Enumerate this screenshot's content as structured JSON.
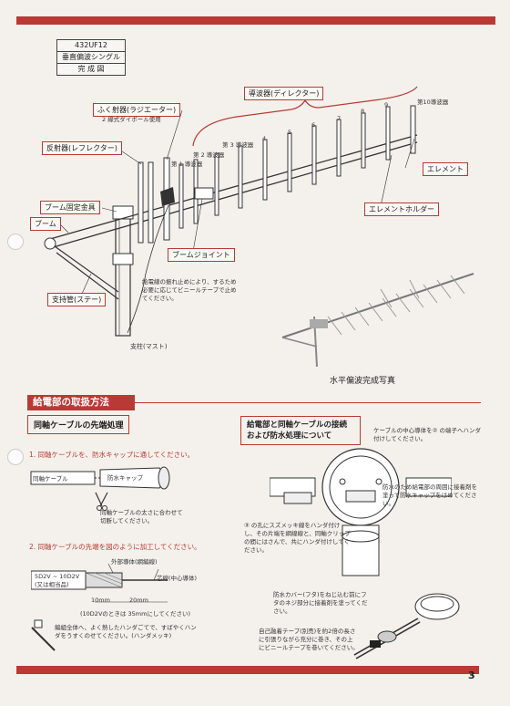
{
  "page_number": "3",
  "title_box": [
    "432UF12",
    "垂直偏波シングル",
    "完 成 図"
  ],
  "labels": {
    "radiator": "ふく射器(ラジエーター)",
    "radiator_note": "2 線式ダイポール使用",
    "director": "導波器(ディレクター)",
    "reflector": "反射器(レフレクター)",
    "boom_clamp": "ブーム固定金具",
    "boom": "ブーム",
    "boom_joint": "ブームジョイント",
    "stay": "支持管(ステー)",
    "mast": "支柱(マスト)",
    "element": "エレメント",
    "element_holder": "エレメントホルダー",
    "dir1": "第 1 導波器",
    "dir2": "第 2 導波器",
    "dir3": "第 3 導波器",
    "dir10": "第10導波器",
    "n4": "4",
    "n5": "5",
    "n6": "6",
    "n7": "7",
    "n8": "8",
    "n9": "9",
    "feeder_note": "給電線の振れ止めにより、するため必要に応じてビニールテープで止めてください。"
  },
  "photo_caption": "水平偏波完成写真",
  "section_title": "給電部の取扱方法",
  "left": {
    "subtitle": "同軸ケーブルの先端処理",
    "step1": "1. 同軸ケーブルを、防水キャップに通してください。",
    "coax_label": "同軸ケーブル",
    "cap_label": "防水キャップ",
    "cut_note": "同軸ケーブルの太さに合わせて切断してください。",
    "step2": "2. 同軸ケーブルの先端を図のように加工してください。",
    "outer": "外部導体(網編線)",
    "inner": "芯線(中心導体)",
    "cable_type": "5D2V ~ 10D2V (又は相当品)",
    "dim1": "10mm",
    "dim2": "20mm",
    "dim_note": "(10D2Vのときは 35mmにしてください)",
    "solder_note": "編組全体へ、よく熱したハンダごてで、すばやくハンダをうすくのせてください。(ハンダメッキ)"
  },
  "right": {
    "subtitle": "給電部と同軸ケーブルの接続および防水処理について",
    "note_core": "ケーブルの中心導体を② の端子へハンダ付けしてください。",
    "note_waterproof": "防水のため給電部の周囲に接着剤を塗って防水キャップをはめてください。",
    "note_braid": "③ の孔にスズメッキ線をハンダ付けし、その片端を網線線と、同軸クリップの間にはさんで、共にハンダ付けしてください。",
    "note_cover": "防水カバー(フタ)をねじ込む前にフタのネジ部分に接着剤を塗ってください。",
    "note_tape": "自己融着テープ(別売)を約2倍の長さに引張りながら充分に巻き、その上にビニールテープを巻いてください。"
  },
  "colors": {
    "accent": "#b93a34",
    "paper": "#f4f1ec",
    "ink": "#222222"
  }
}
